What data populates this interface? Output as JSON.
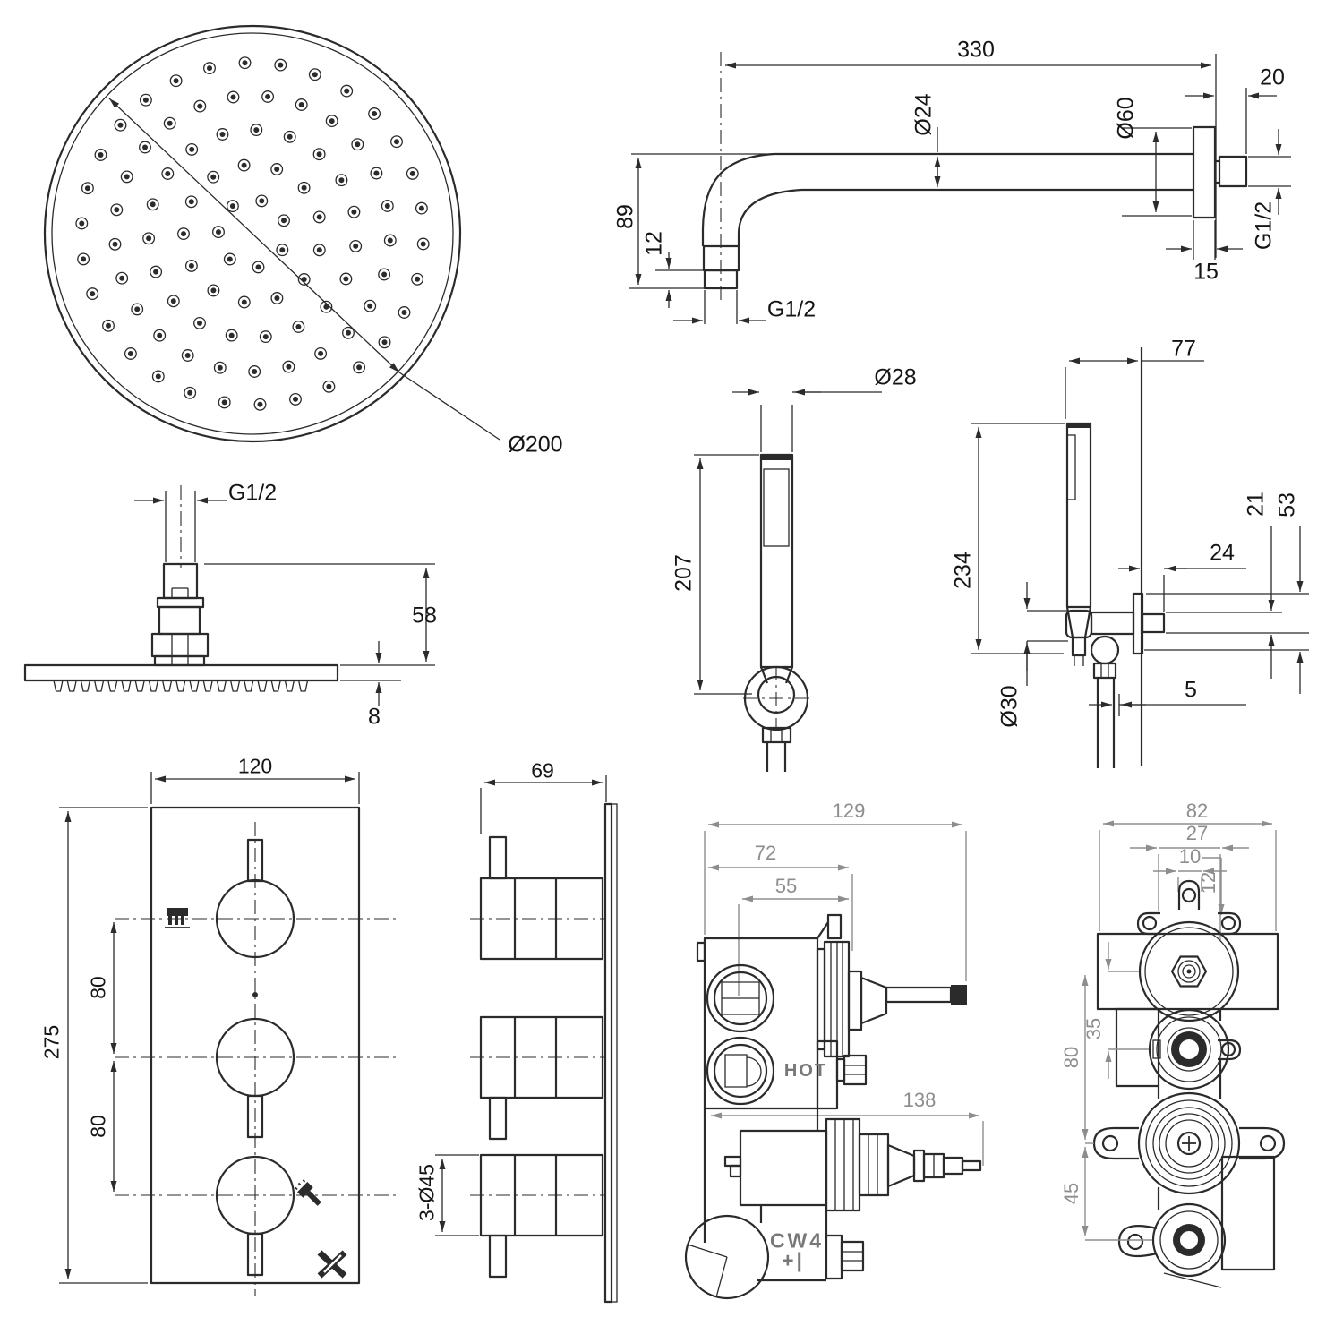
{
  "drawing": {
    "title": "shower-system-technical-dimension-drawing",
    "colors": {
      "line": "#2b2b2b",
      "dim_gray": "#8d8d8d",
      "embossed": "#787878",
      "background": "#ffffff"
    },
    "icons": {
      "diameter_arrow": "double-headed-diagonal-arrow",
      "temperature_icon": "comb-heat-glyph",
      "handshower_icon": "hand-shower-glyph",
      "brand_icon": "x-cross-mark"
    },
    "views": {
      "head_face": {
        "dia_label": "Ø200"
      },
      "shower_arm": {
        "length": "330",
        "tube_dia": "Ø24",
        "flange_offset": "20",
        "flange_dia": "Ø60",
        "drop_height": "89",
        "thread_len": "12",
        "thread_bottom": "G1/2",
        "flange_thk": "15",
        "thread_wall": "G1/2"
      },
      "head_side": {
        "thread": "G1/2",
        "conn_height": "58",
        "disc_thk": "8"
      },
      "handshower": {
        "dia": "Ø28",
        "length": "207"
      },
      "handshower_holder": {
        "depth": "77",
        "length": "234",
        "bracket_h": "21",
        "plate_h": "53",
        "stem_depth": "24",
        "ring_dia": "Ø30",
        "gap": "5"
      },
      "valve_front": {
        "width": "120",
        "height": "275",
        "pitch_top": "80",
        "pitch_bottom": "80"
      },
      "valve_side": {
        "depth": "69",
        "knob_dia": "3-Ø45"
      },
      "valve_body": {
        "w129": "129",
        "w72": "72",
        "w55": "55",
        "w138": "138",
        "hot": "HOT",
        "cw4": "CW4",
        "plus_mark": "+|"
      },
      "rough_in": {
        "w82": "82",
        "w27": "27",
        "w10": "10",
        "h12": "12",
        "h35": "35",
        "h80": "80",
        "h45": "45"
      }
    }
  }
}
